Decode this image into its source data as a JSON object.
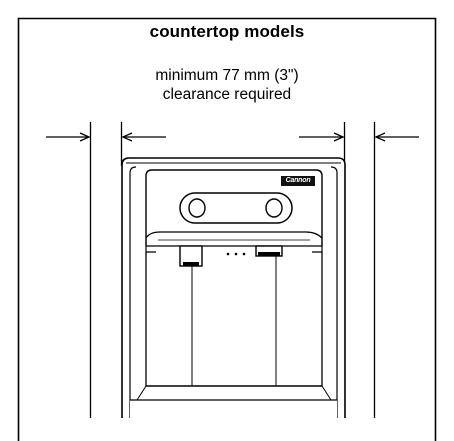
{
  "diagram": {
    "title": "countertop models",
    "note_line1": "minimum 77 mm (3\")",
    "note_line2": "clearance required",
    "brand_label": "Cannon",
    "colors": {
      "line": "#000000",
      "panel": "#ffffff",
      "shade": "#d9d9d9"
    }
  }
}
